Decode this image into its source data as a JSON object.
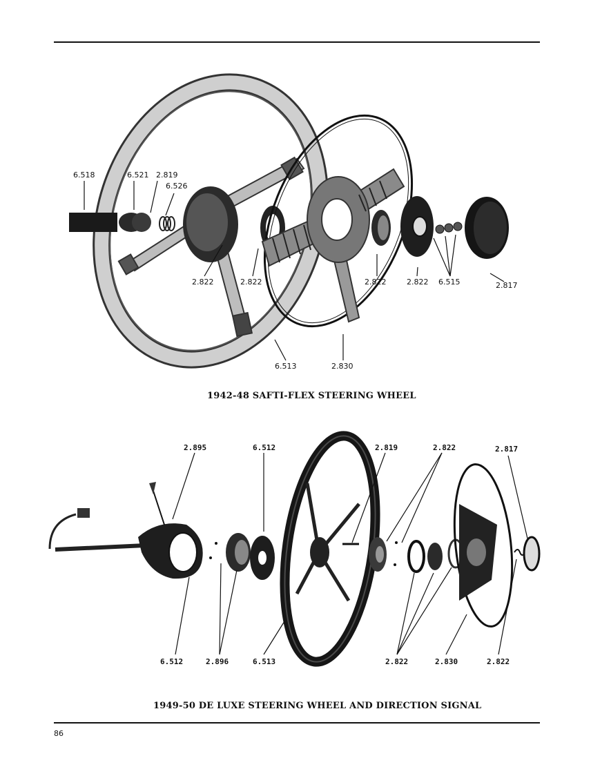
{
  "page_number": "86",
  "diagram1": {
    "caption": "1942-48 SAFTI-FLEX STEERING WHEEL",
    "callouts": {
      "c6518": "6.518",
      "c6521": "6.521",
      "c2819": "2.819",
      "c6526": "6.526",
      "c2822a": "2.822",
      "c2822b": "2.822",
      "c2822c": "2.822",
      "c2822d": "2.822",
      "c6515": "6.515",
      "c2817": "2.817",
      "c6513": "6.513",
      "c2830": "2.830"
    }
  },
  "diagram2": {
    "caption": "1949-50 DE LUXE STEERING WHEEL AND DIRECTION SIGNAL",
    "callouts": {
      "c2895": "2.895",
      "c6512top": "6.512",
      "c2819": "2.819",
      "c2822top": "2.822",
      "c2817": "2.817",
      "c6512bot": "6.512",
      "c2896": "2.896",
      "c6513": "6.513",
      "c2822bot": "2.822",
      "c2830": "2.830",
      "c2822right": "2.822"
    }
  }
}
